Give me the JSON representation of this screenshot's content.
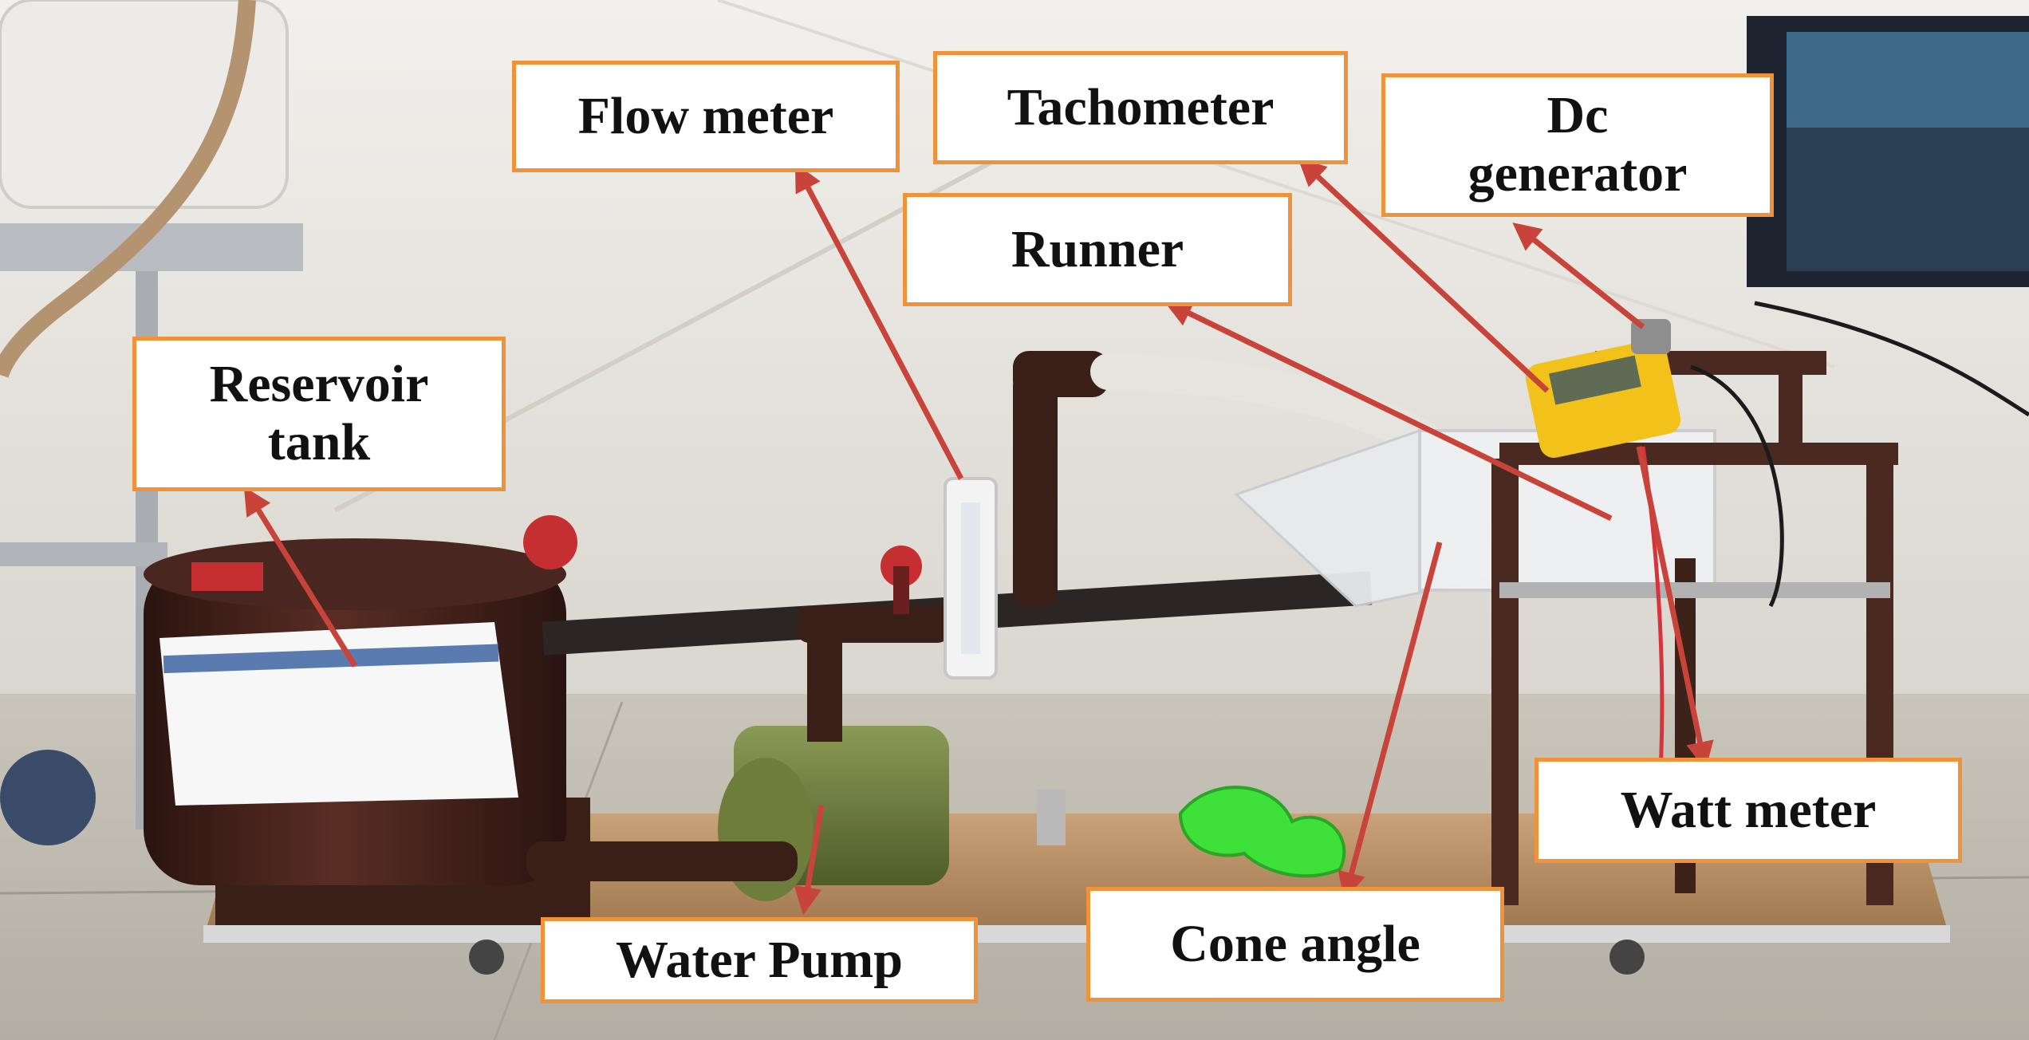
{
  "image": {
    "subject": "Laboratory test rig with labeled parts",
    "colors": {
      "callout_border": "#f0923a",
      "arrow": "#c8433a",
      "label_text": "#111111"
    }
  },
  "labels": {
    "flow_meter": "Flow meter",
    "tachometer": "Tachometer",
    "dc_generator_line1": "Dc",
    "dc_generator_line2": "generator",
    "runner": "Runner",
    "reservoir_line1": "Reservoir",
    "reservoir_line2": "tank",
    "watt_meter": "Watt meter",
    "water_pump": "Water Pump",
    "cone_angle": "Cone angle"
  }
}
